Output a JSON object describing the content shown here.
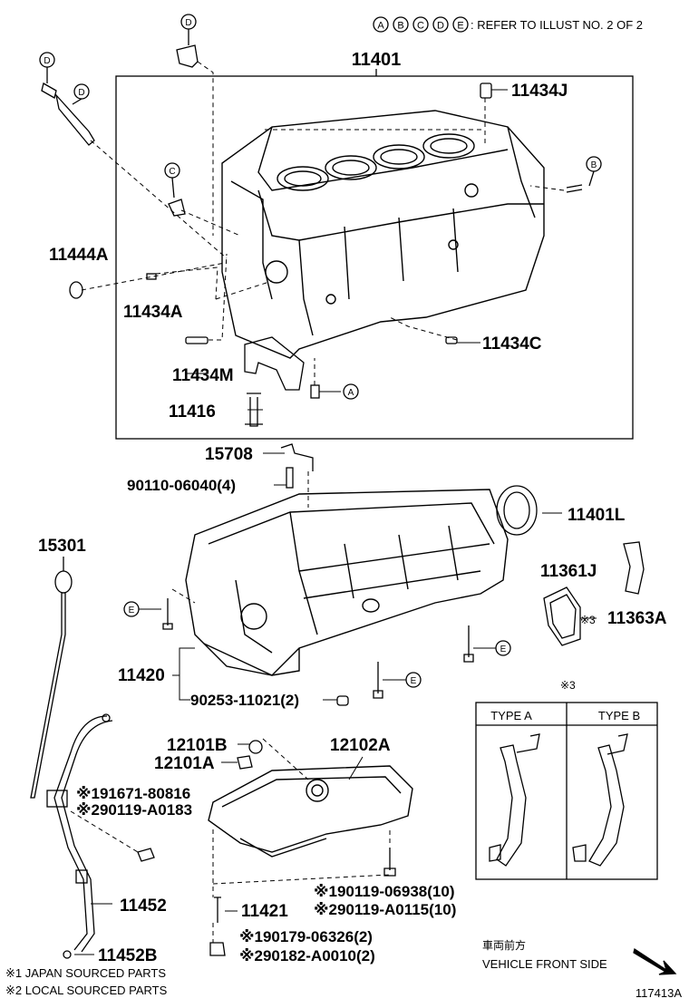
{
  "header": {
    "circle_letters": [
      "A",
      "B",
      "C",
      "D",
      "E"
    ],
    "refer_text": ": REFER TO ILLUST NO. 2 OF 2"
  },
  "parts": {
    "p11401": "11401",
    "p11434J": "11434J",
    "p11444A": "11444A",
    "p11434A": "11434A",
    "p11434C": "11434C",
    "p11434M": "11434M",
    "p11416": "11416",
    "p15708": "15708",
    "p90110": "90110-06040(4)",
    "p11401L": "11401L",
    "p15301": "15301",
    "p11361J": "11361J",
    "p11363A": "11363A",
    "note3_mark": "※3",
    "p11420": "11420",
    "p90253": "90253-11021(2)",
    "p12101B": "12101B",
    "p12101A": "12101A",
    "p12102A": "12102A",
    "p91671": "※191671-80816",
    "p90119a": "※290119-A0183",
    "p11452": "11452",
    "p11421": "11421",
    "p90119_06938": "※190119-06938(10)",
    "p90119_A0115": "※290119-A0115(10)",
    "p90179": "※190179-06326(2)",
    "p90182": "※290182-A0010(2)",
    "p11452B": "11452B"
  },
  "callouts": {
    "D1": "D",
    "D2": "D",
    "D3": "D",
    "C": "C",
    "B": "B",
    "A": "A",
    "E1": "E",
    "E2": "E",
    "E3": "E",
    "E4": "E"
  },
  "types_box": {
    "mark": "※3",
    "type_a": "TYPE A",
    "type_b": "TYPE B"
  },
  "footer": {
    "note1": "※1 JAPAN SOURCED PARTS",
    "note2": "※2 LOCAL SOURCED PARTS",
    "direction_jp": "車両前方",
    "direction_en": "VEHICLE FRONT SIDE",
    "illust_no": "117413A"
  }
}
